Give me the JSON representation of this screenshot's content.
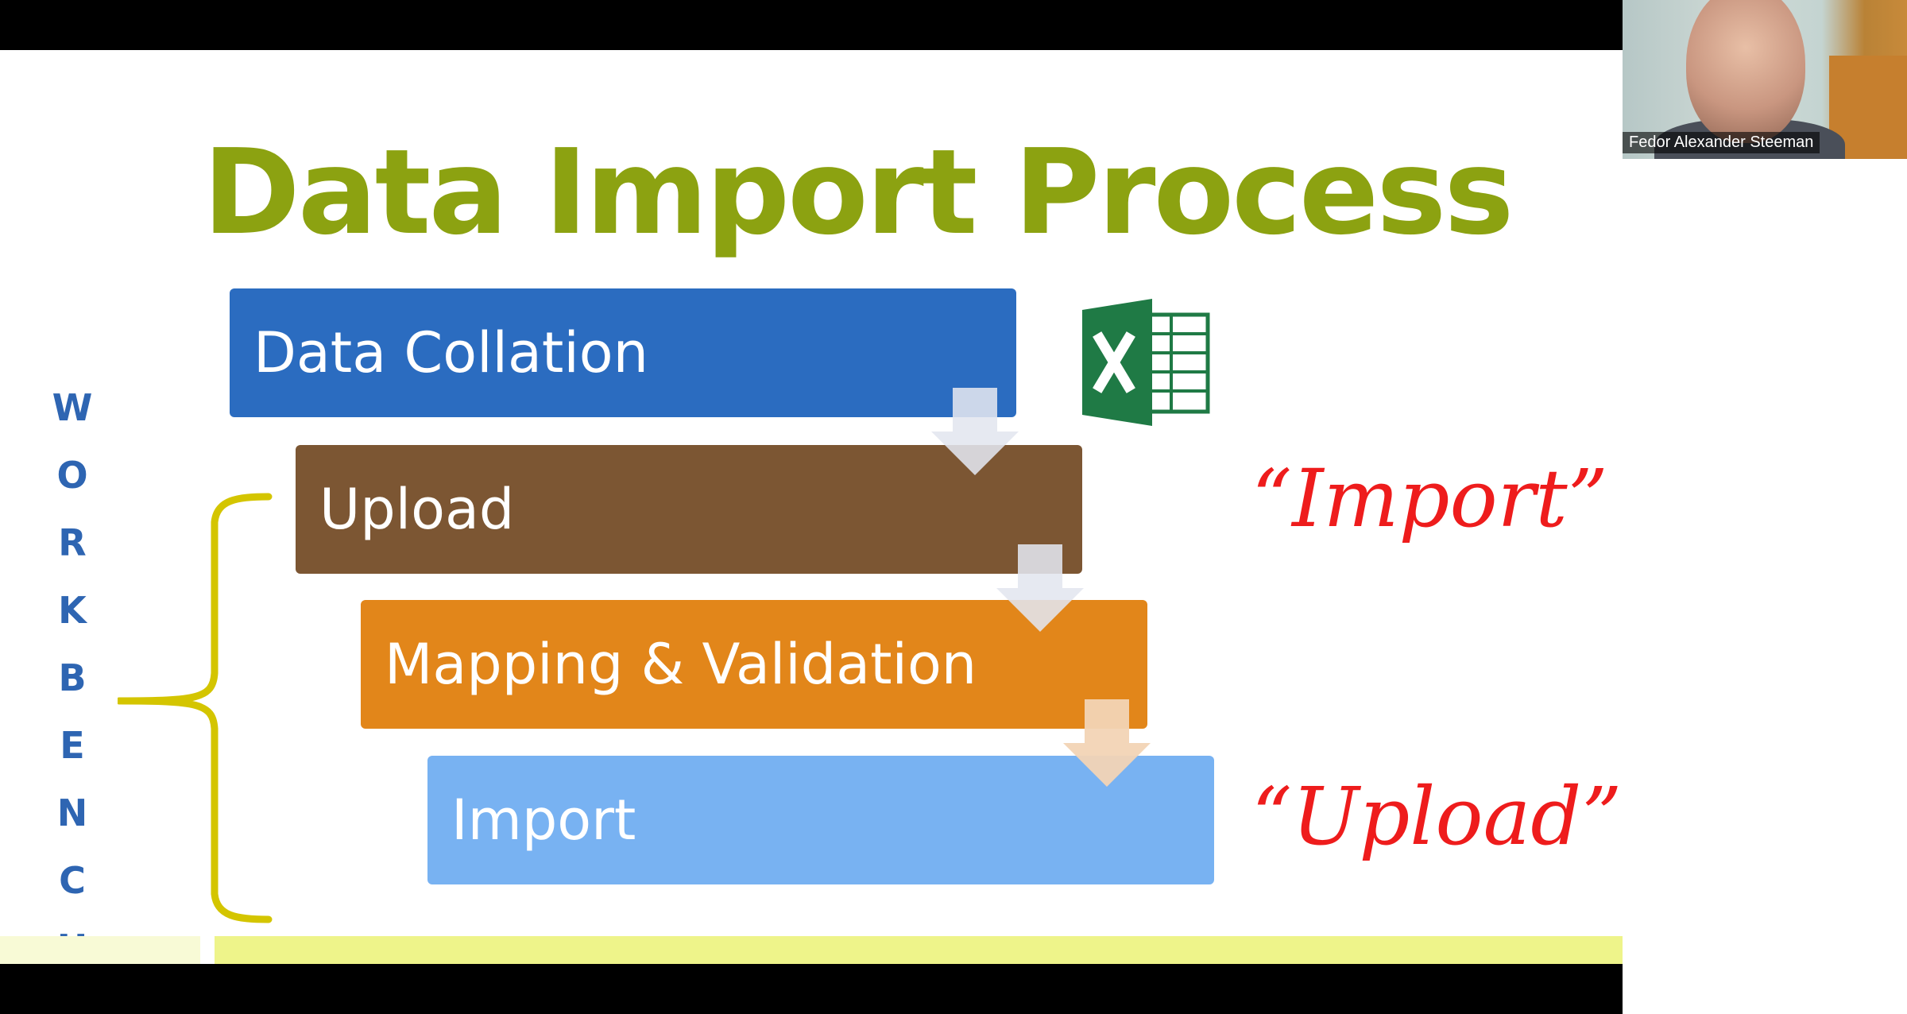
{
  "slide": {
    "title": "Data Import Process",
    "workbench_letters": [
      "W",
      "O",
      "R",
      "K",
      "B",
      "E",
      "N",
      "C",
      "H"
    ],
    "steps": [
      {
        "label": "Data Collation",
        "color": "#2b6cc0"
      },
      {
        "label": "Upload",
        "color": "#7c5633"
      },
      {
        "label": "Mapping & Validation",
        "color": "#e2861a"
      },
      {
        "label": "Import",
        "color": "#78b2f2"
      }
    ],
    "annotations": [
      "“Import”",
      "“Upload”"
    ],
    "excel_icon": "excel-icon"
  },
  "participant": {
    "name": "Fedor Alexander Steeman"
  }
}
